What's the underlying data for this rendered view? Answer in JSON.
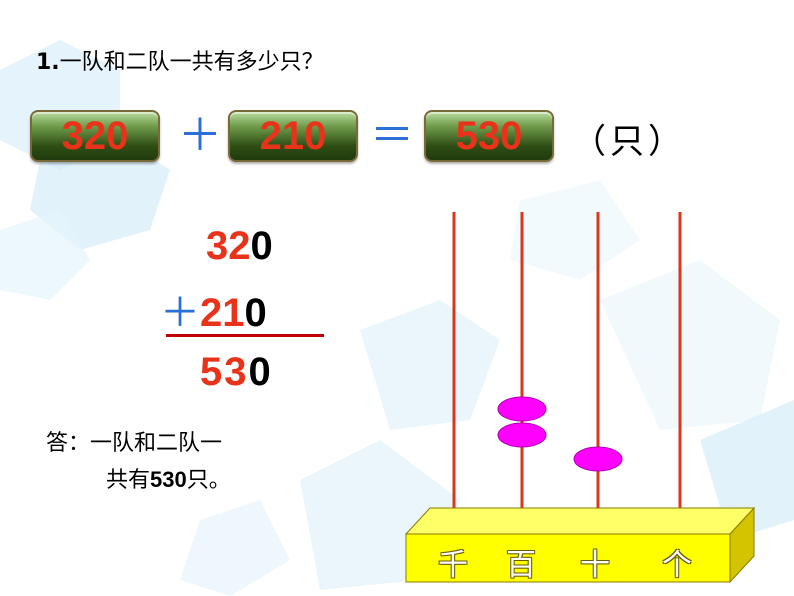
{
  "question": {
    "number": "1.",
    "text": "一队和二队一共有多少只？"
  },
  "equation": {
    "a": "320",
    "plus": "＋",
    "b": "210",
    "equals": "＝",
    "result": "530",
    "unit": "（只）"
  },
  "vertical": {
    "row1": {
      "red": "32",
      "black": "0"
    },
    "row2": {
      "sign": "＋",
      "red": "21",
      "black": "0"
    },
    "row3": {
      "red": "53",
      "black": "0"
    }
  },
  "answer": {
    "prefix": "答：",
    "line1": "一队和二队一",
    "line2_pre": "共有",
    "line2_num": "530",
    "line2_post": "只。"
  },
  "abacus": {
    "labels": [
      "千",
      "百",
      "十",
      "个"
    ],
    "bead_counts": [
      0,
      2,
      1,
      0
    ],
    "bead_color": "#ff00ff",
    "rod_color": "#d9361a",
    "base_color": "#ffff00"
  }
}
